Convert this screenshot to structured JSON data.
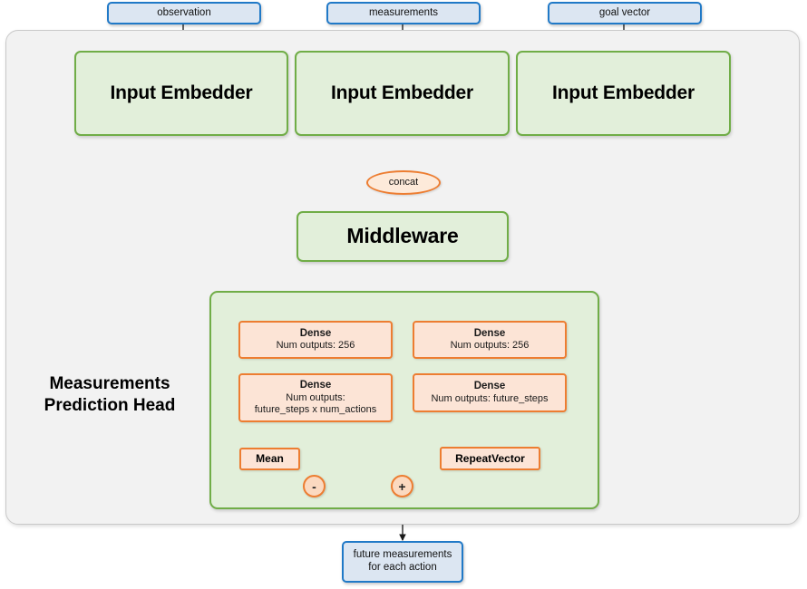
{
  "diagram": {
    "title": "Measurements Prediction Head",
    "colors": {
      "blue_fill": "#dce6f2",
      "blue_border": "#2079c7",
      "green_fill": "#e2efda",
      "green_border": "#70ad47",
      "orange_fill": "#fce4d6",
      "orange_border": "#ed7d31",
      "panel_fill": "#f2f2f2",
      "panel_border": "#c9c9c9",
      "edge": "#333333"
    }
  },
  "inputs": [
    {
      "label": "observation"
    },
    {
      "label": "measurements"
    },
    {
      "label": "goal vector"
    }
  ],
  "embedders": [
    {
      "label": "Input Embedder"
    },
    {
      "label": "Input Embedder"
    },
    {
      "label": "Input Embedder"
    }
  ],
  "concat": {
    "label": "concat"
  },
  "middleware": {
    "label": "Middleware"
  },
  "head": {
    "title_line1": "Measurements",
    "title_line2": "Prediction Head",
    "left_branch": {
      "dense1": {
        "name": "Dense",
        "detail": "Num outputs: 256"
      },
      "dense2": {
        "name": "Dense",
        "detail_line1": "Num outputs:",
        "detail_line2": "future_steps x num_actions"
      },
      "mean": {
        "label": "Mean"
      },
      "op": {
        "label": "-"
      }
    },
    "right_branch": {
      "dense1": {
        "name": "Dense",
        "detail": "Num outputs: 256"
      },
      "dense2": {
        "name": "Dense",
        "detail": "Num outputs: future_steps"
      },
      "repeat_vector": {
        "label": "RepeatVector"
      },
      "op": {
        "label": "+"
      }
    }
  },
  "output": {
    "line1": "future measurements",
    "line2": "for each action"
  }
}
